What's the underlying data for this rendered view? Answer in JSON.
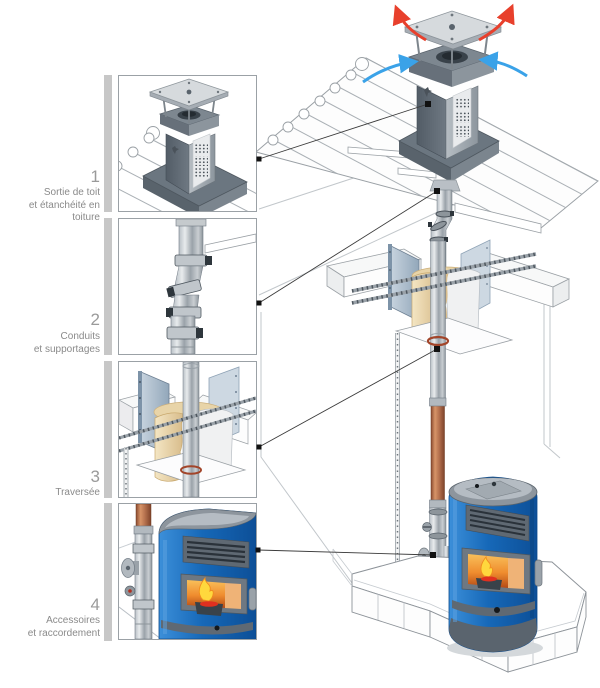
{
  "sections": [
    {
      "number": "1",
      "label_lines": [
        "Sortie de toit",
        "et étanchéité en toiture"
      ],
      "thumbnail": "roof-exit"
    },
    {
      "number": "2",
      "label_lines": [
        "Conduits",
        "et supportages"
      ],
      "thumbnail": "flue-pipes"
    },
    {
      "number": "3",
      "label_lines": [
        "Traversée"
      ],
      "thumbnail": "floor-crossing"
    },
    {
      "number": "4",
      "label_lines": [
        "Accessoires",
        "et raccordement"
      ],
      "thumbnail": "stove-connection"
    }
  ],
  "icons": {
    "exhaust_arrows": "red-curved-arrows-out",
    "intake_arrows": "blue-curved-arrows-in"
  },
  "colors": {
    "arrow_red": "#e8402c",
    "arrow_blue": "#3aa2e8",
    "stove_blue": "#1668b8",
    "copper": "#b5714e",
    "insulation": "#e9d4a8",
    "bracket_blue": "#9db0c2",
    "label_gray": "#8a8a8a",
    "section_bar_gray": "#c7c7c7",
    "marker_black": "#111111"
  }
}
